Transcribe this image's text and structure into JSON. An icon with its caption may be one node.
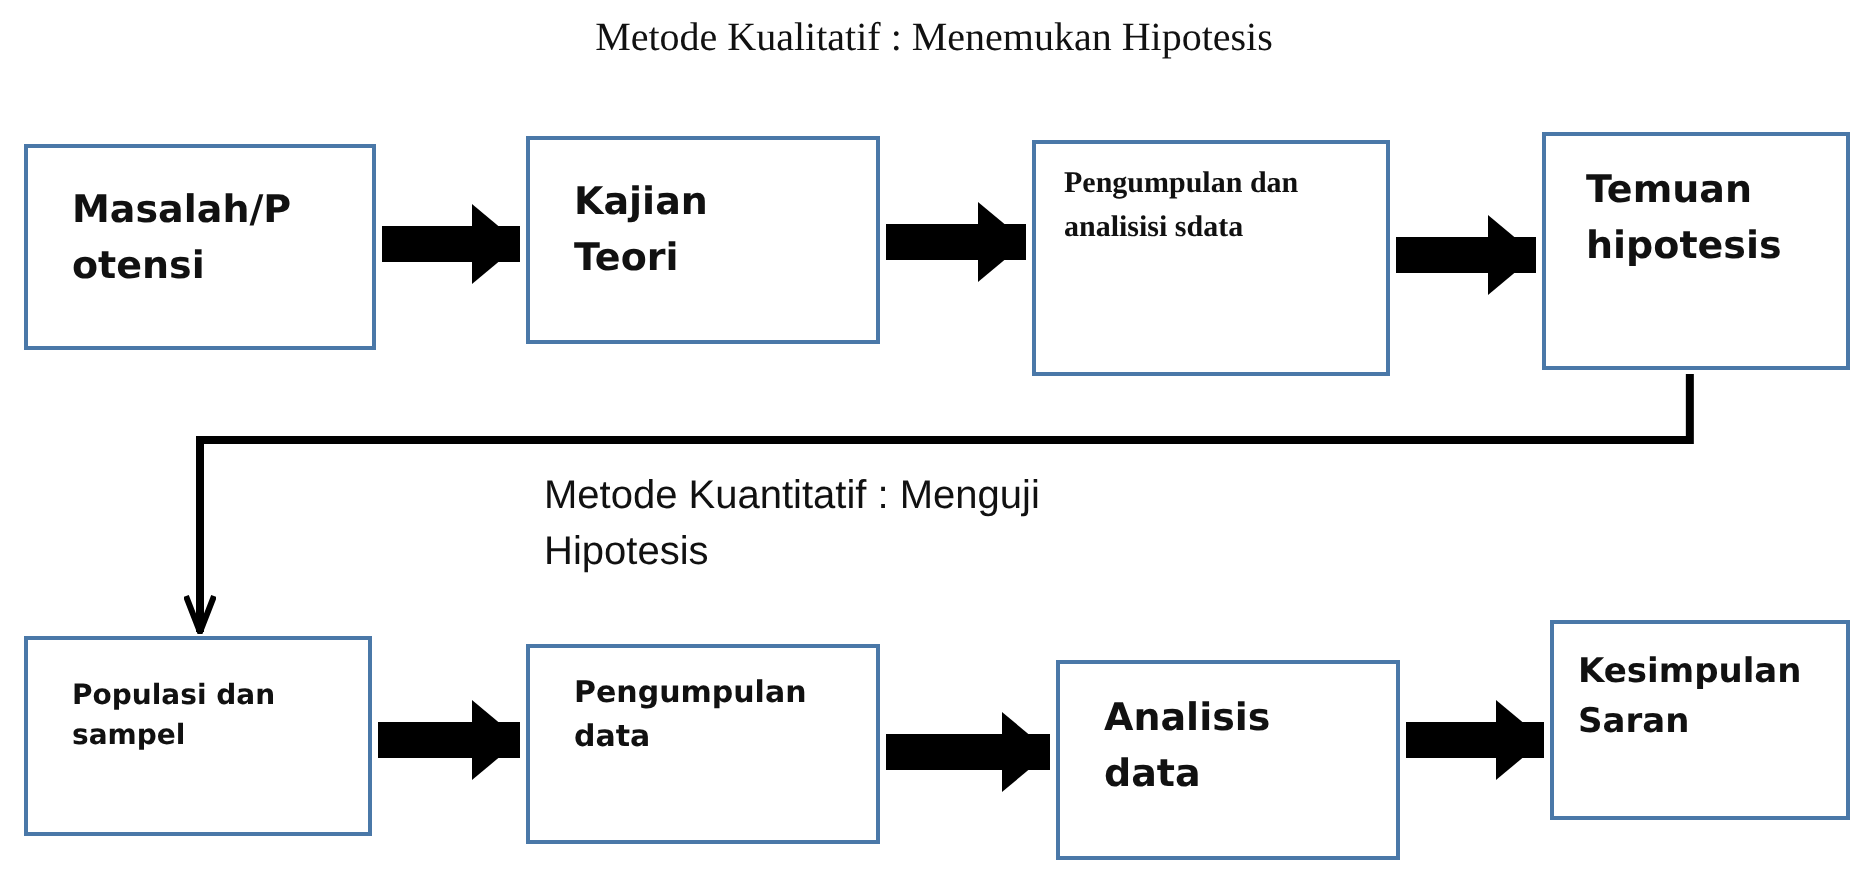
{
  "diagram": {
    "title": "Metode Kualitatif : Menemukan Hipotesis",
    "nodes": [
      {
        "text": [
          "Masalah/P otensi"
        ]
      },
      {
        "text": [
          "Kajian Teori"
        ]
      },
      {
        "text": [
          "Pengumpulan dan analisisi sdata"
        ]
      },
      {
        "text": [
          "Temuan hipotesis"
        ]
      },
      {
        "text": [
          "Populasi dan sampel"
        ]
      },
      {
        "text": [
          "Pengumpulan data"
        ]
      },
      {
        "text": [
          "Analisis data"
        ]
      },
      {
        "text": [
          "Kesimpulan Saran"
        ]
      }
    ],
    "edges": [
      {
        "from": 0,
        "to": 1,
        "arrow": "to"
      },
      {
        "from": 1,
        "to": 2,
        "arrow": "to"
      },
      {
        "from": 2,
        "to": 3,
        "arrow": "to"
      },
      {
        "from": 3,
        "to": 4,
        "arrow": "to"
      },
      {
        "from": 4,
        "to": 5,
        "arrow": "to"
      },
      {
        "from": 5,
        "to": 6,
        "arrow": "to"
      },
      {
        "from": 6,
        "to": 7,
        "arrow": "to"
      }
    ],
    "labels": [
      "Metode Kuantitatif : Menguji Hipotesis"
    ]
  }
}
